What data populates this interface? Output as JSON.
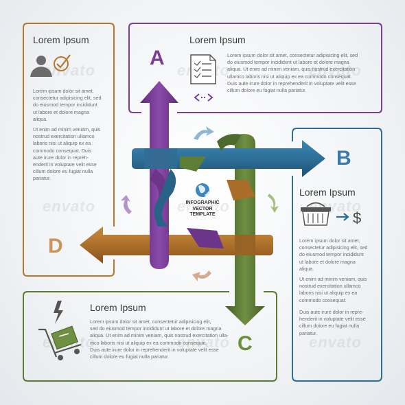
{
  "colors": {
    "orange": "#b5772e",
    "purple": "#7a3f95",
    "blue": "#2f6e94",
    "green": "#5c7a35"
  },
  "box_d": {
    "title": "Lorem Ipsum",
    "icon": "person-check-icon",
    "p1": "Lorem ipsum dolor sit amet,\nconsectetur adipisicing elit, sed\ndo eiusmod tempor incididunt\nut labore et dolore magna\naliqua.",
    "p2": "Ut enim ad minim veniam, quis\nnostrud exercitation ullamco\nlaboris nisi ut aliquip ex ea\ncommodo consequat. Duis\naute irure dolor in repreh-\nenderit in voluptate velit esse\ncillum dolore eu fugiat nulla\npariatur.",
    "letter": "D"
  },
  "box_a": {
    "title": "Lorem Ipsum",
    "icon": "document-code-icon",
    "p1": "Lorem ipsum dolor sit amet, consectetur adipisicing elit, sed\ndo eiusmod tempor incididunt ut labore et dolore magna\naliqua. Ut enim ad minim veniam, quis nostrud exercitation\nullamco laboris nisi ut aliquip ex ea commodo consequat.\nDuis aute irure dolor in reprehenderit in voluptate velit esse\ncillum dolore eu fugiat nulla pariatur.",
    "letter": "A"
  },
  "box_b": {
    "title": "Lorem Ipsum",
    "icon": "basket-dollar-icon",
    "p1": "Lorem ipsum dolor sit amet,\nconsectetur adipisicing elit, sed\ndo eiusmod tempor incididunt\nut labore et dolore magna\naliqua.",
    "p2": "Ut enim ad minim veniam, quis\nnostrud exercitation ullamco\nlaboris nisi ut aliquip ex ea\ncommodo consequat.",
    "p3": "Duis aute irure dolor in repre-\nhenderit in voluptate velit esse\ncillum dolore eu fugiat nulla\npariatur.",
    "letter": "B"
  },
  "box_c": {
    "title": "Lorem Ipsum",
    "icon": "cart-lightning-icon",
    "p1": "Lorem ipsum dolor sit amet, consectetur adipisicing elit,\nsed do eiusmod tempor incididunt ut labore et dolore magna\naliqua. Ut enim ad minim veniam, quis nostrud exercitation ulla-\nmco laboris nisi ut aliquip ex ea commodo consequat.\nDuis aute irure dolor in reprehenderit in voluptate velit esse\ncillum dolore eu fugiat nulla pariatur.",
    "letter": "C"
  },
  "center": {
    "line1": "INFOGRAPHIC",
    "line2": "VECTOR",
    "line3": "TEMPLATE",
    "icon": "globe-icon"
  },
  "watermark": "envato"
}
